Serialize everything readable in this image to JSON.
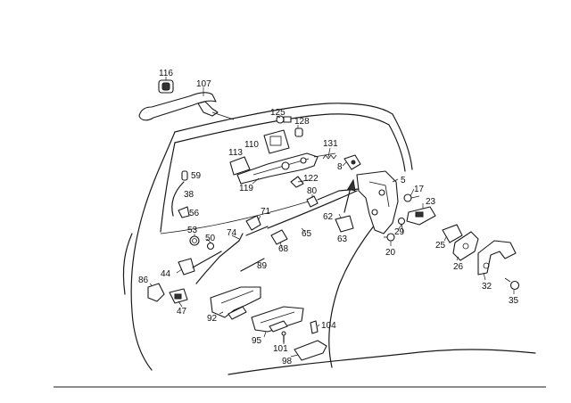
{
  "diagram": {
    "callouts": [
      "116",
      "107",
      "125",
      "128",
      "110",
      "113",
      "131",
      "8",
      "5",
      "119",
      "122",
      "59",
      "80",
      "17",
      "38",
      "71",
      "23",
      "56",
      "62",
      "29",
      "53",
      "50",
      "74",
      "63",
      "65",
      "20",
      "25",
      "68",
      "89",
      "26",
      "44",
      "32",
      "86",
      "35",
      "47",
      "92",
      "104",
      "95",
      "101",
      "98"
    ]
  },
  "colors": {
    "line": "#1a1a1a",
    "background": "#ffffff"
  }
}
